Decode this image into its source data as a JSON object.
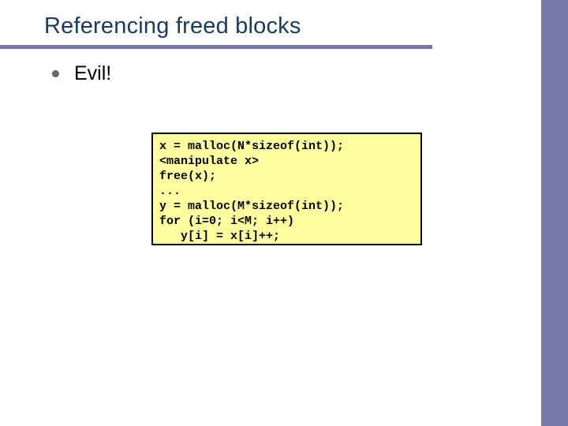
{
  "slide": {
    "title": "Referencing freed blocks",
    "accent_color": "#7579a8",
    "title_color": "#1b3a5e",
    "background_color": "#fffffe",
    "bullets": [
      {
        "marker": "bullet-dot",
        "text": "Evil!"
      }
    ],
    "code_block": {
      "background_color": "#ffffa0",
      "border_color": "#000000",
      "text_color": "#000000",
      "lines": [
        "x = malloc(N*sizeof(int));",
        "<manipulate x>",
        "free(x);",
        "...",
        "y = malloc(M*sizeof(int));",
        "for (i=0; i<M; i++)",
        "   y[i] = x[i]++;"
      ]
    },
    "side_band": {
      "name": "right-accent-band",
      "color": "#7579a8"
    }
  }
}
